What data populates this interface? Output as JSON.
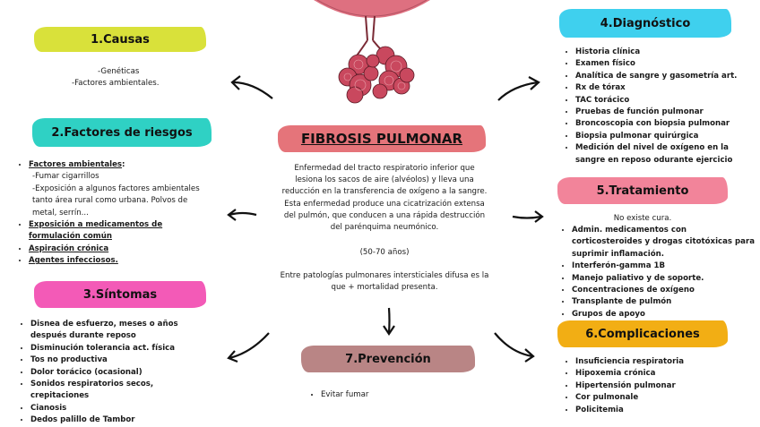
{
  "title": "FIBROSIS PULMONAR",
  "center": {
    "description": "Enfermedad del tracto respiratorio inferior que lesiona los sacos de aire (alvéolos) y lleva una reducción en la transferencia de oxígeno a la sangre. Esta enfermedad produce una cicatrización extensa del pulmón, que conducen a una rápida destrucción del parénquima neumónico.",
    "age": "(50-70 años)",
    "note": "Entre patologías pulmonares intersticiales difusa es la que + mortalidad presenta."
  },
  "causas": {
    "heading": "1.Causas",
    "items": [
      "-Genéticas",
      "-Factores ambientales."
    ]
  },
  "riesgos": {
    "heading": "2.Factores de riesgos",
    "item1": "Factores ambientales",
    "item1_colon": ":",
    "sub1": "-Fumar cigarrillos",
    "sub2": "-Exposición a algunos factores ambientales tanto área rural como urbana. Polvos de metal, serrín...",
    "item2": "Exposición a medicamentos de formulación común",
    "item3": "Aspiración crónica",
    "item4": "Agentes infecciosos."
  },
  "sintomas": {
    "heading": "3.Síntomas",
    "items": [
      "Disnea de esfuerzo, meses o años después durante reposo",
      "Disminución tolerancia act. física",
      "Tos no productiva",
      "Dolor torácico (ocasional)",
      "Sonidos respiratorios secos, crepitaciones",
      "Cianosis",
      "Dedos palillo de Tambor"
    ]
  },
  "diagnostico": {
    "heading": "4.Diagnóstico",
    "items": [
      "Historia clínica",
      "Examen físico",
      "Analítica de sangre y gasometría art.",
      "Rx de tórax",
      "TAC torácico",
      "Pruebas de función pulmonar",
      "Broncoscopia con biopsia pulmonar",
      "Biopsia pulmonar quirúrgica",
      "Medición del nivel de oxígeno en la sangre en reposo odurante ejercicio"
    ]
  },
  "tratamiento": {
    "heading": "5.Tratamiento",
    "intro": "No existe cura.",
    "items": [
      "Admin. medicamentos con corticosteroides y drogas citotóxicas para suprimir inflamación.",
      "Interferón-gamma 1B",
      "Manejo paliativo y de soporte.",
      "Concentraciones de oxígeno",
      "Transplante de pulmón",
      "Grupos de apoyo"
    ]
  },
  "complicaciones": {
    "heading": "6.Complicaciones",
    "items": [
      "Insuficiencia respiratoria",
      "Hipoxemia crónica",
      "Hipertensión pulmonar",
      "Cor pulmonale",
      "Policitemia"
    ]
  },
  "prevencion": {
    "heading": "7.Prevención",
    "items": [
      "Evitar fumar"
    ]
  },
  "colors": {
    "causas": "#d9e13a",
    "riesgos": "#2fd1c4",
    "sintomas": "#f35ab7",
    "diagnostico": "#3fd0ee",
    "tratamiento": "#f2849a",
    "complicaciones": "#f2ae14",
    "prevencion": "#b98585",
    "title": "#e5747a",
    "lung": "#c9485e"
  }
}
